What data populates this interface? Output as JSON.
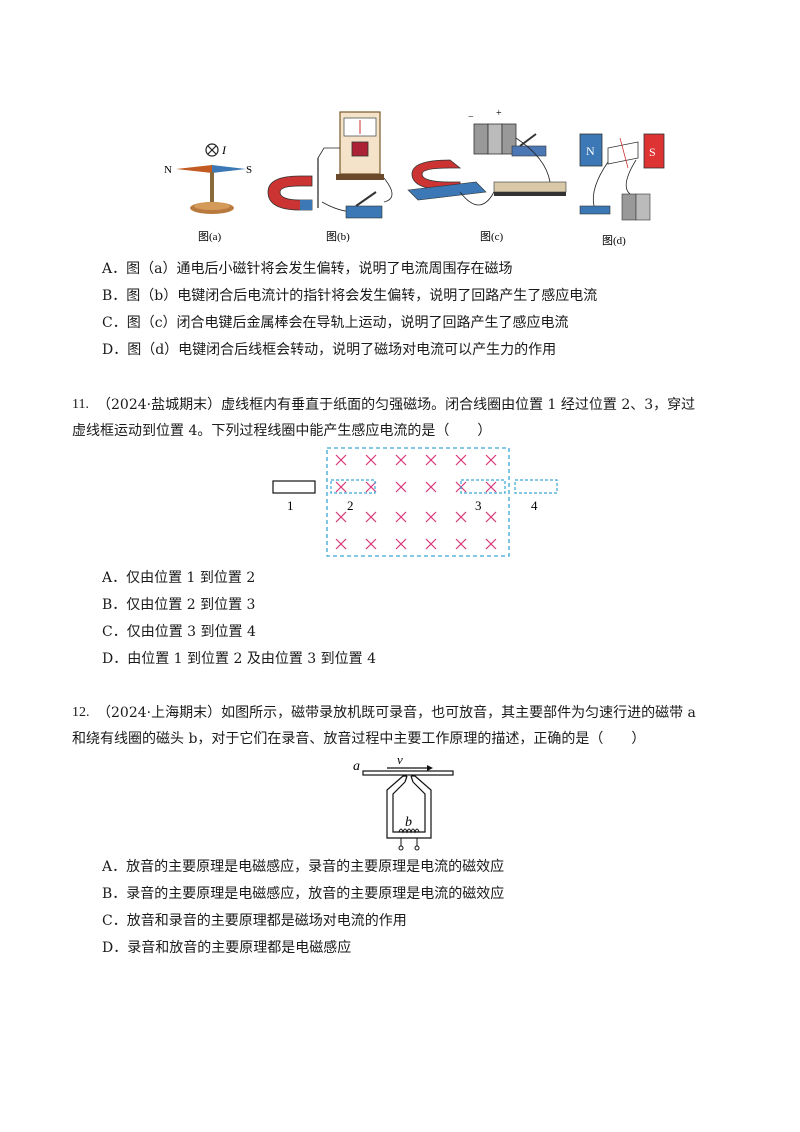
{
  "q10": {
    "figure": {
      "label_current": "I",
      "label_n": "N",
      "label_s": "S",
      "caption_a": "图(a)",
      "caption_b": "图(b)",
      "caption_c": "图(c)",
      "caption_d": "图(d)",
      "magnet_n": "N",
      "magnet_s": "S",
      "plus": "+",
      "minus": "−"
    },
    "options": [
      "A．图（a）通电后小磁针将会发生偏转，说明了电流周围存在磁场",
      "B．图（b）电键闭合后电流计的指针将会发生偏转，说明了回路产生了感应电流",
      "C．图（c）闭合电键后金属棒会在导轨上运动，说明了回路产生了感应电流",
      "D．图（d）电键闭合后线框会转动，说明了磁场对电流可以产生力的作用"
    ]
  },
  "q11": {
    "number": "11.",
    "stem_line1": "（2024·盐城期末）虚线框内有垂直于纸面的匀强磁场。闭合线圈由位置 1 经过位置 2、3，穿过",
    "stem_line2": "虚线框运动到位置 4。下列过程线圈中能产生感应电流的是（　　）",
    "figure": {
      "pos1": "1",
      "pos2": "2",
      "pos3": "3",
      "pos4": "4"
    },
    "options": [
      "A．仅由位置 1 到位置 2",
      "B．仅由位置 2 到位置 3",
      "C．仅由位置 3 到位置 4",
      "D．由位置 1 到位置 2 及由位置 3 到位置 4"
    ]
  },
  "q12": {
    "number": "12.",
    "stem_line1": "（2024·上海期末）如图所示，磁带录放机既可录音，也可放音，其主要部件为匀速行进的磁带 a",
    "stem_line2": "和绕有线圈的磁头 b，对于它们在录音、放音过程中主要工作原理的描述，正确的是（　　）",
    "figure": {
      "label_a": "a",
      "label_v": "v",
      "label_b": "b"
    },
    "options": [
      "A．放音的主要原理是电磁感应，录音的主要原理是电流的磁效应",
      "B．录音的主要原理是电磁感应，放音的主要原理是电流的磁效应",
      "C．放音和录音的主要原理都是磁场对电流的作用",
      "D．录音和放音的主要原理都是电磁感应"
    ]
  }
}
